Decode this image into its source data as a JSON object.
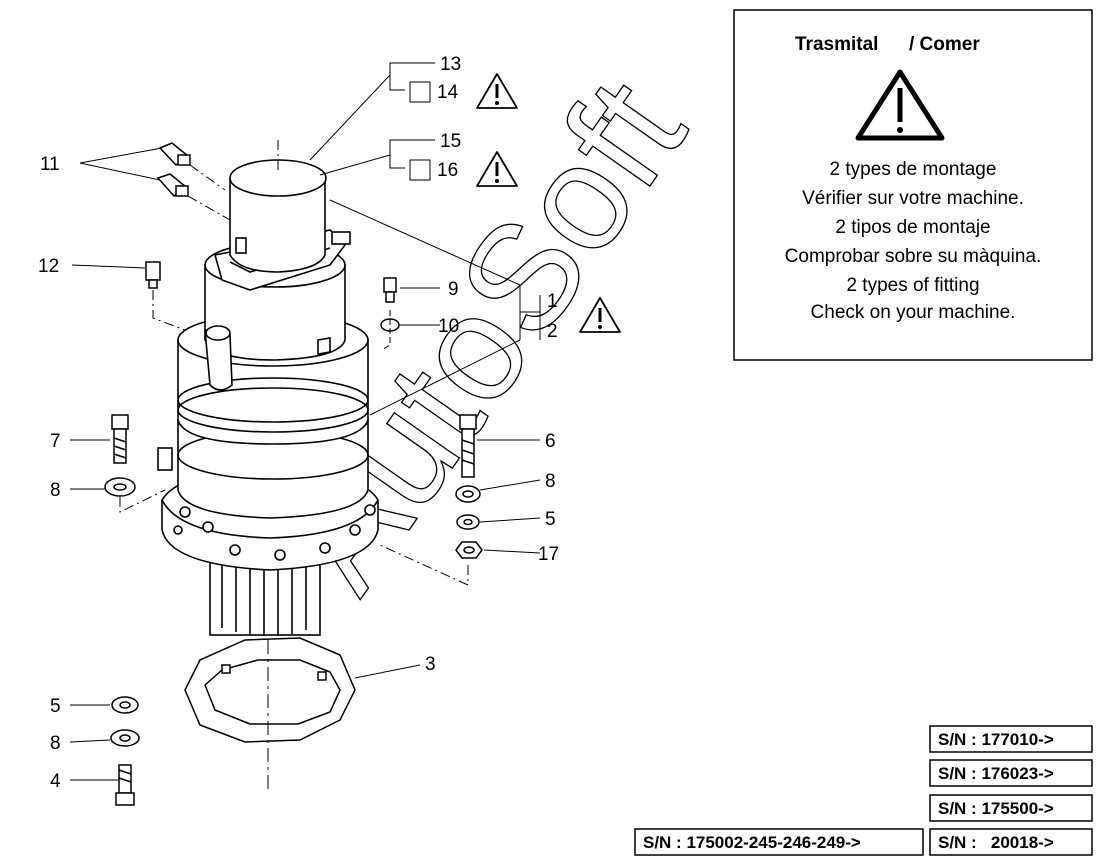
{
  "callouts": {
    "c1": "1",
    "c2": "2",
    "c3": "3",
    "c4": "4",
    "c5a": "5",
    "c5b": "5",
    "c6": "6",
    "c7": "7",
    "c8a": "8",
    "c8b": "8",
    "c8c": "8",
    "c9": "9",
    "c10": "10",
    "c11": "11",
    "c12": "12",
    "c13": "13",
    "c14": "14",
    "c15": "15",
    "c16": "16",
    "c17": "17"
  },
  "info_box": {
    "title_left": "Trasmital",
    "title_right": "/ Comer",
    "lines": [
      "2 types de montage",
      "Vérifier sur votre machine.",
      "2 tipos de montaje",
      "Comprobar sobre su màquina.",
      "2 types of fitting",
      "Check on your machine."
    ]
  },
  "serial_labels": [
    "S/N : 177010->",
    "S/N : 176023->",
    "S/N : 175500->",
    "S/N : 175002-245-246-249->",
    "S/N :   20018->"
  ],
  "watermark": "AutoSoft",
  "icons": [
    "warning-triangle-icon"
  ]
}
